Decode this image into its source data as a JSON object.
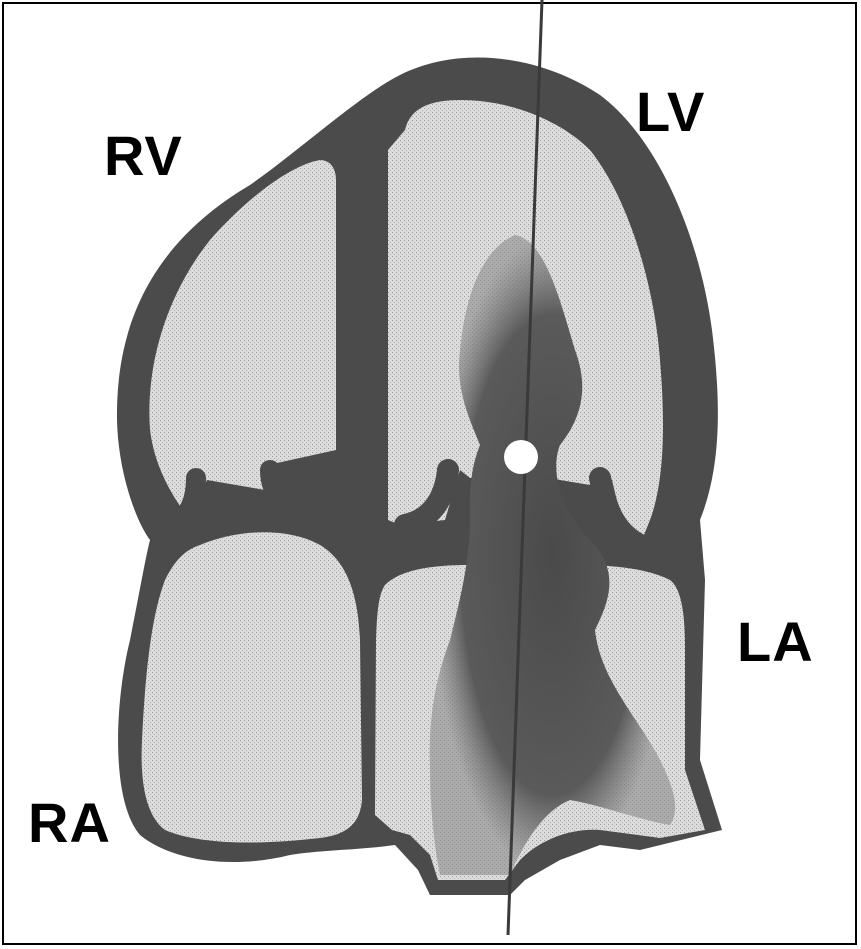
{
  "labels": {
    "rv": "RV",
    "lv": "LV",
    "la": "LA",
    "ra": "RA"
  },
  "colors": {
    "wall": "#4b4b4b",
    "blood": "#d6d6d6",
    "jet": "#555555",
    "cursor_line": "#3a3a3a",
    "sample_volume": "#ffffff",
    "border": "#000000"
  }
}
